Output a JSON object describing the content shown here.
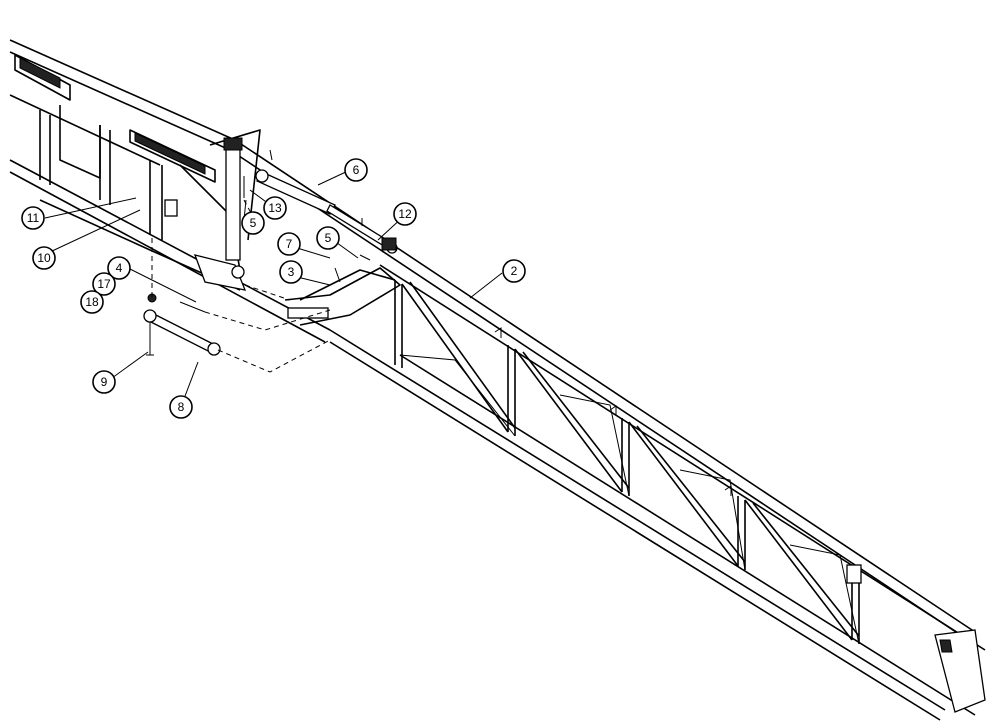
{
  "balloons": [
    {
      "id": "b2",
      "label": "2"
    },
    {
      "id": "b3",
      "label": "3"
    },
    {
      "id": "b4",
      "label": "4"
    },
    {
      "id": "b5a",
      "label": "5"
    },
    {
      "id": "b5b",
      "label": "5"
    },
    {
      "id": "b6",
      "label": "6"
    },
    {
      "id": "b7",
      "label": "7"
    },
    {
      "id": "b8",
      "label": "8"
    },
    {
      "id": "b9",
      "label": "9"
    },
    {
      "id": "b10",
      "label": "10"
    },
    {
      "id": "b11",
      "label": "11"
    },
    {
      "id": "b12",
      "label": "12"
    },
    {
      "id": "b13",
      "label": "13"
    },
    {
      "id": "b17",
      "label": "17"
    },
    {
      "id": "b18",
      "label": "18"
    }
  ]
}
